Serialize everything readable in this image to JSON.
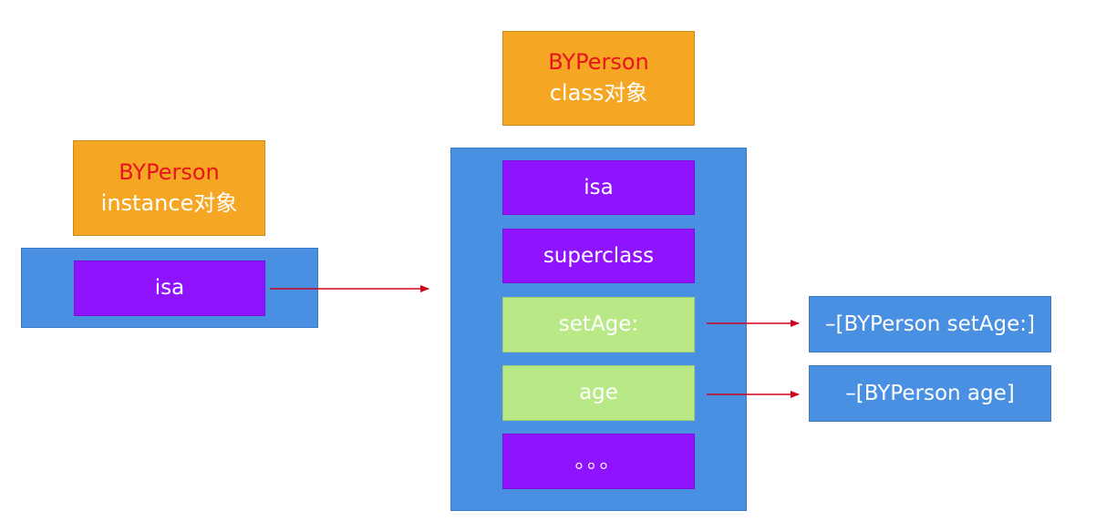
{
  "instance": {
    "name": "BYPerson",
    "desc": "instance对象",
    "isa": "isa"
  },
  "class_obj": {
    "name": "BYPerson",
    "desc": "class对象",
    "items": {
      "isa": "isa",
      "superclass": "superclass",
      "set_age": "setAge:",
      "age": "age",
      "more": "。。。"
    }
  },
  "methods": {
    "set_age_impl": "–[BYPerson setAge:]",
    "age_impl": "–[BYPerson age]"
  },
  "colors": {
    "orange": "#f5a623",
    "blue": "#4a90e2",
    "purple": "#9013fe",
    "green": "#b8e986",
    "red_text": "#e8141c",
    "arrow": "#d0021b"
  }
}
